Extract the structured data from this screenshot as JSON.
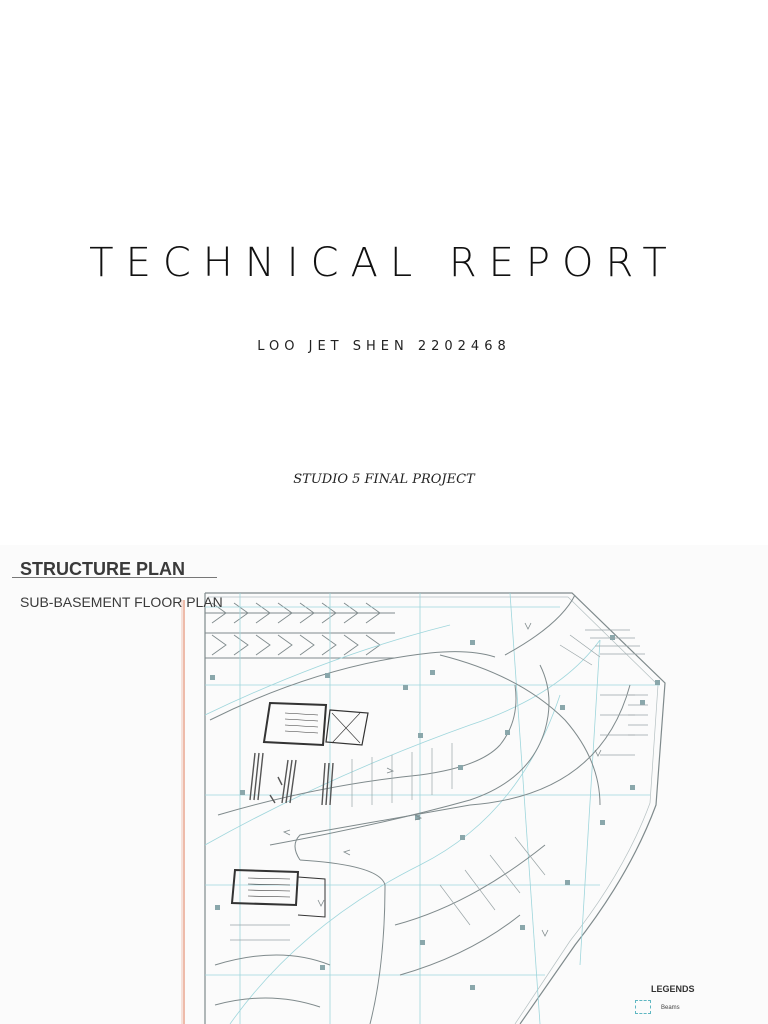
{
  "cover": {
    "title": "TECHNICAL REPORT",
    "author": "LOO JET SHEN 2202468",
    "subject": "STUDIO 5 FINAL PROJECT"
  },
  "plan": {
    "heading": "STRUCTURE PLAN",
    "subheading": "SUB-BASEMENT FLOOR PLAN",
    "legend": {
      "title": "LEGENDS",
      "items": [
        {
          "label": "Beams",
          "swatch_color": "#5fb7c2"
        }
      ]
    }
  },
  "colors": {
    "structure_line": "#9fd6dc",
    "wall_line": "#7f8a8c",
    "column": "#8aa7ab",
    "property_line": "#e07b5a",
    "stair": "#333333"
  }
}
